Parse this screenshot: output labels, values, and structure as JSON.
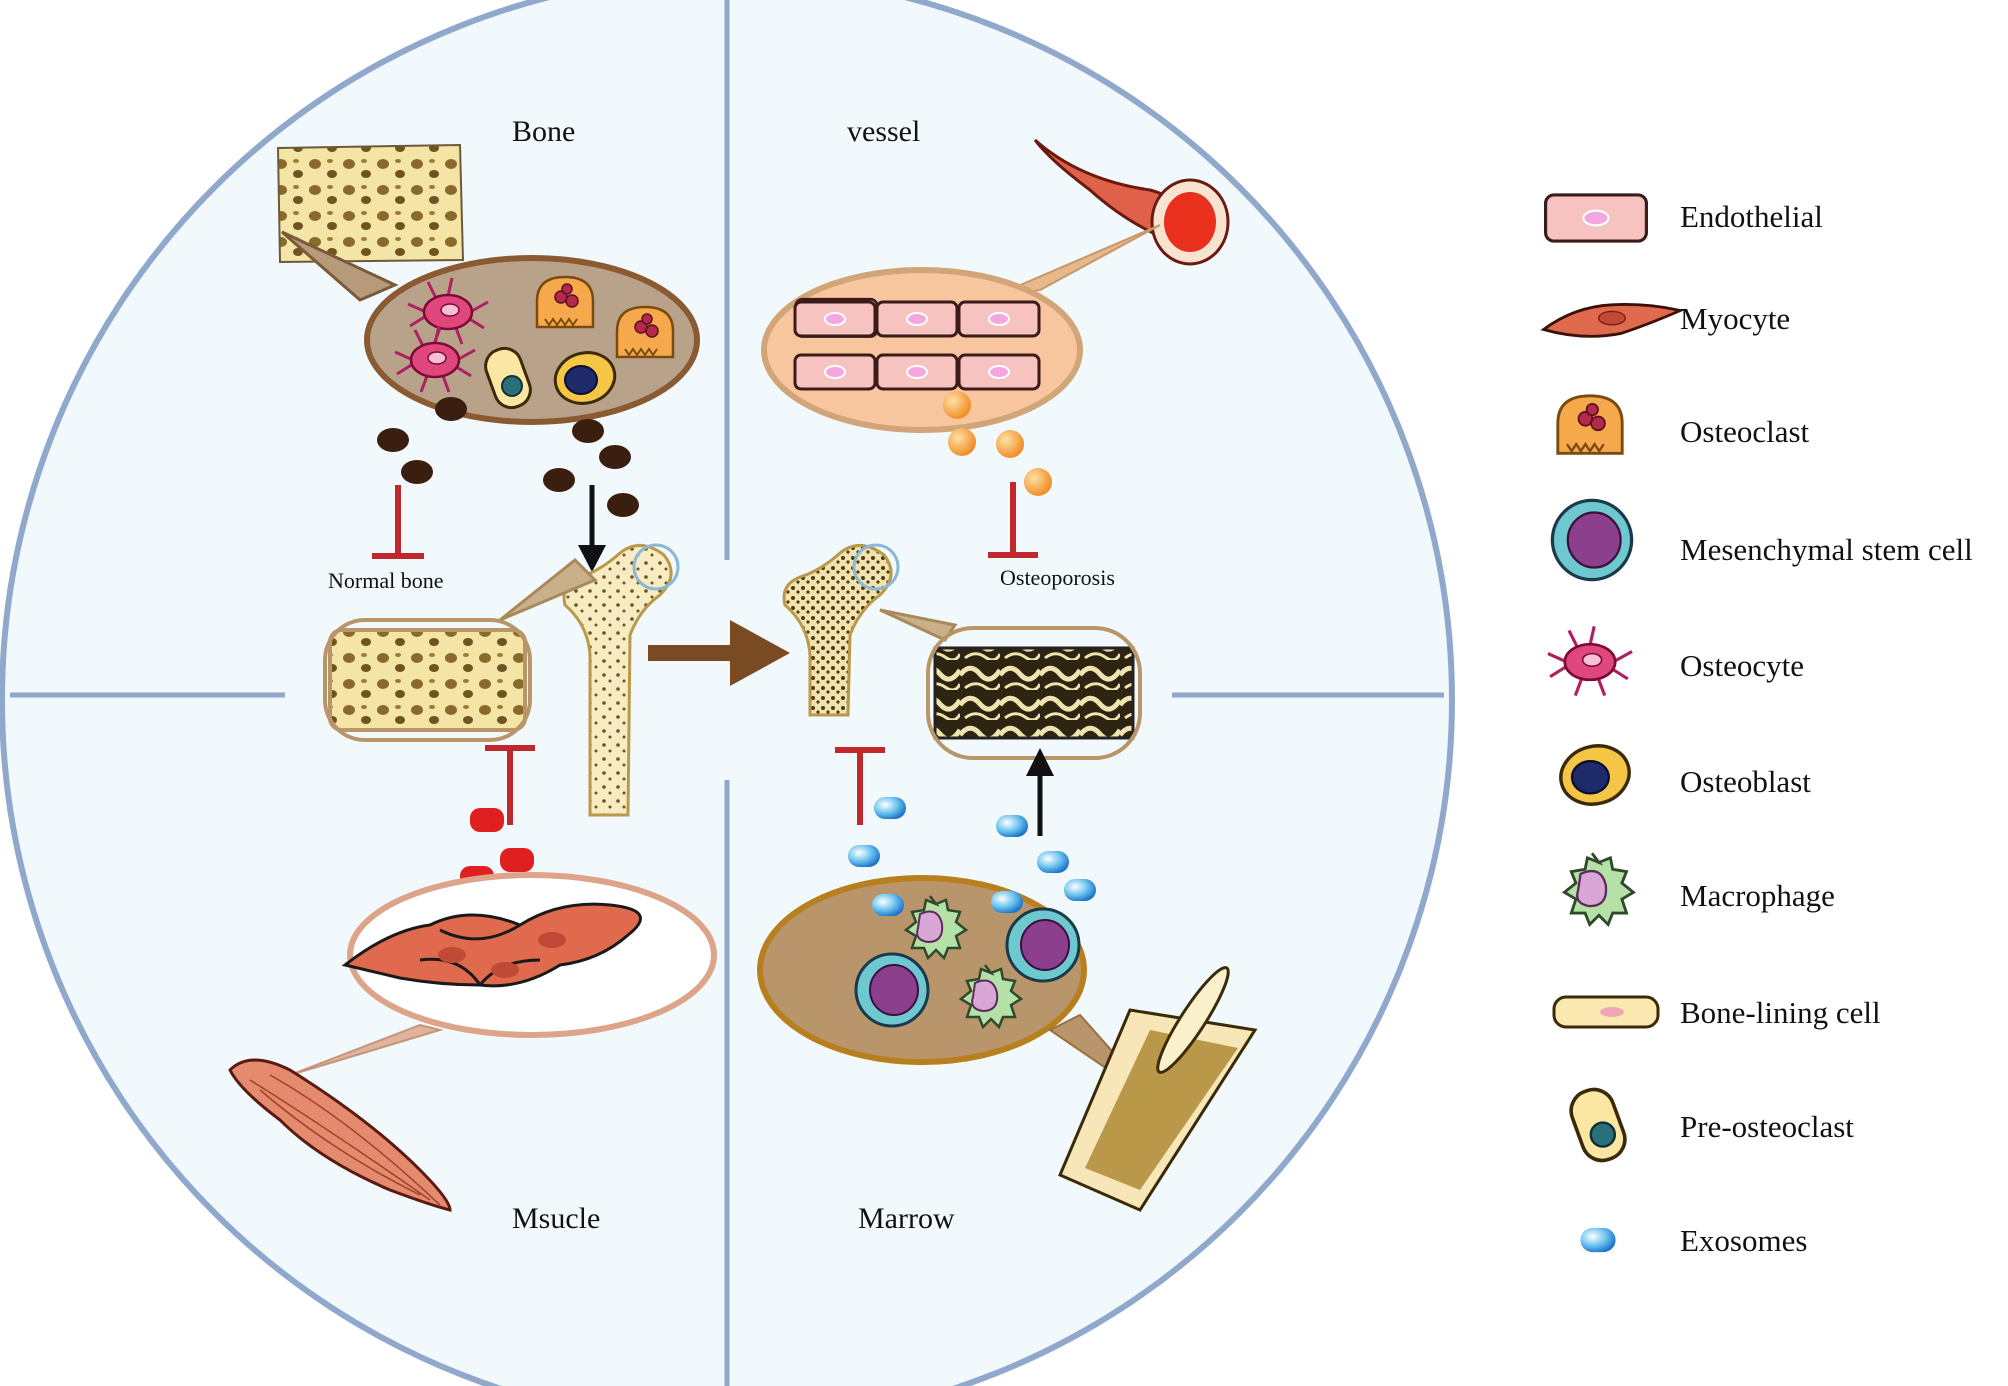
{
  "quadrants": {
    "bone": "Bone",
    "vessel": "vessel",
    "muscle": "Msucle",
    "marrow": "Marrow"
  },
  "annotations": {
    "normal_bone": "Normal bone",
    "osteoporosis": "Osteoporosis"
  },
  "legend": [
    {
      "label": "Endothelial",
      "icon": "endothelial-cell-icon"
    },
    {
      "label": "Myocyte",
      "icon": "myocyte-icon"
    },
    {
      "label": "Osteoclast",
      "icon": "osteoclast-icon"
    },
    {
      "label": "Mesenchymal stem cell",
      "icon": "mesenchymal-stem-cell-icon"
    },
    {
      "label": "Osteocyte",
      "icon": "osteocyte-icon"
    },
    {
      "label": "Osteoblast",
      "icon": "osteoblast-icon"
    },
    {
      "label": "Macrophage",
      "icon": "macrophage-icon"
    },
    {
      "label": "Bone-lining cell",
      "icon": "bone-lining-cell-icon"
    },
    {
      "label": "Pre-osteoclast",
      "icon": "pre-osteoclast-icon"
    },
    {
      "label": "Exosomes",
      "icon": "exosome-icon"
    }
  ],
  "colors": {
    "circle_fill": "#f2f9fc",
    "circle_stroke": "#8fa8cb",
    "bone_exosome": "#3a1e0f",
    "vessel_exosome": "#f08a1e",
    "muscle_exosome": "#e02020",
    "marrow_exosome": "#3fa9e0",
    "inhibit": "#c0282e",
    "transition_arrow": "#7a4a22"
  }
}
